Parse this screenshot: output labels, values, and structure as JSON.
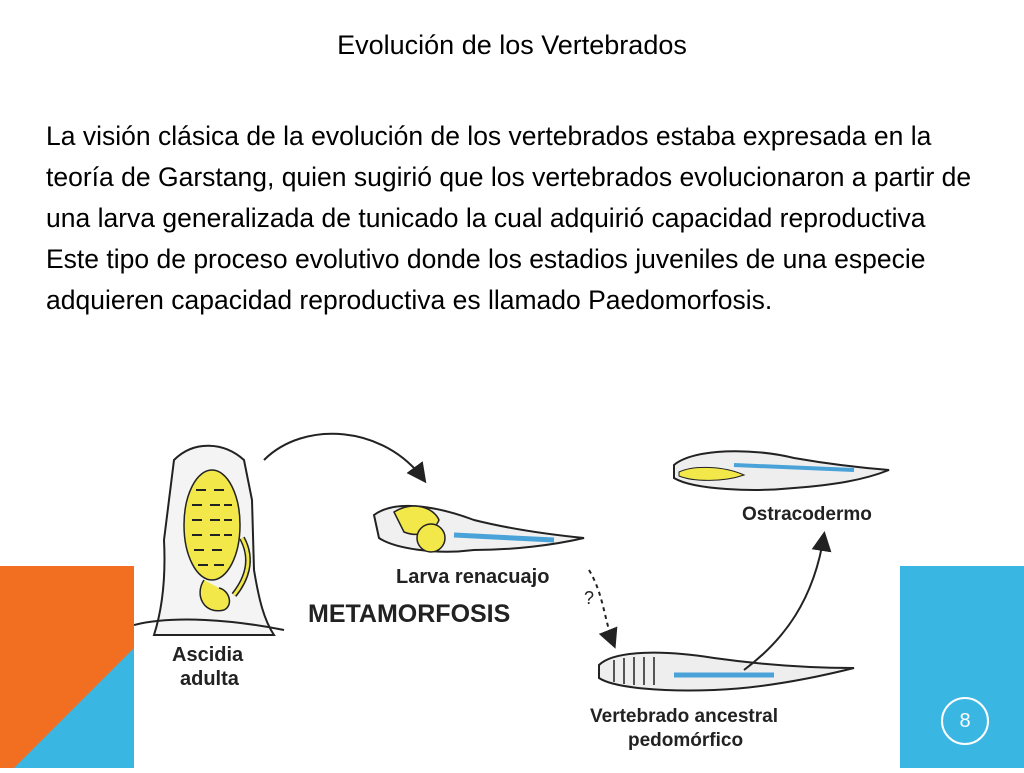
{
  "slide": {
    "title": "Evolución de los Vertebrados",
    "paragraphs": [
      "La visión clásica de la evolución de los vertebrados estaba expresada en la teoría de Garstang, quien sugirió que los vertebrados evolucionaron a partir de una larva generalizada de tunicado la cual adquirió capacidad reproductiva",
      "Este tipo de proceso evolutivo donde los estadios juveniles de una especie adquieren capacidad reproductiva es llamado Paedomorfosis."
    ],
    "page_number": "8"
  },
  "figure": {
    "labels": {
      "ascidia_1": "Ascidia",
      "ascidia_2": "adulta",
      "larva": "Larva renacuajo",
      "metamorfosis": "METAMORFOSIS",
      "question": "?",
      "ostracodermo": "Ostracodermo",
      "vertebrado_1": "Vertebrado ancestral",
      "vertebrado_2": "pedomórfico"
    }
  },
  "colors": {
    "orange": "#f26f21",
    "blue": "#3ab6e3",
    "organ_yellow": "#f2e84a",
    "nerve_blue": "#4aa3d8"
  }
}
